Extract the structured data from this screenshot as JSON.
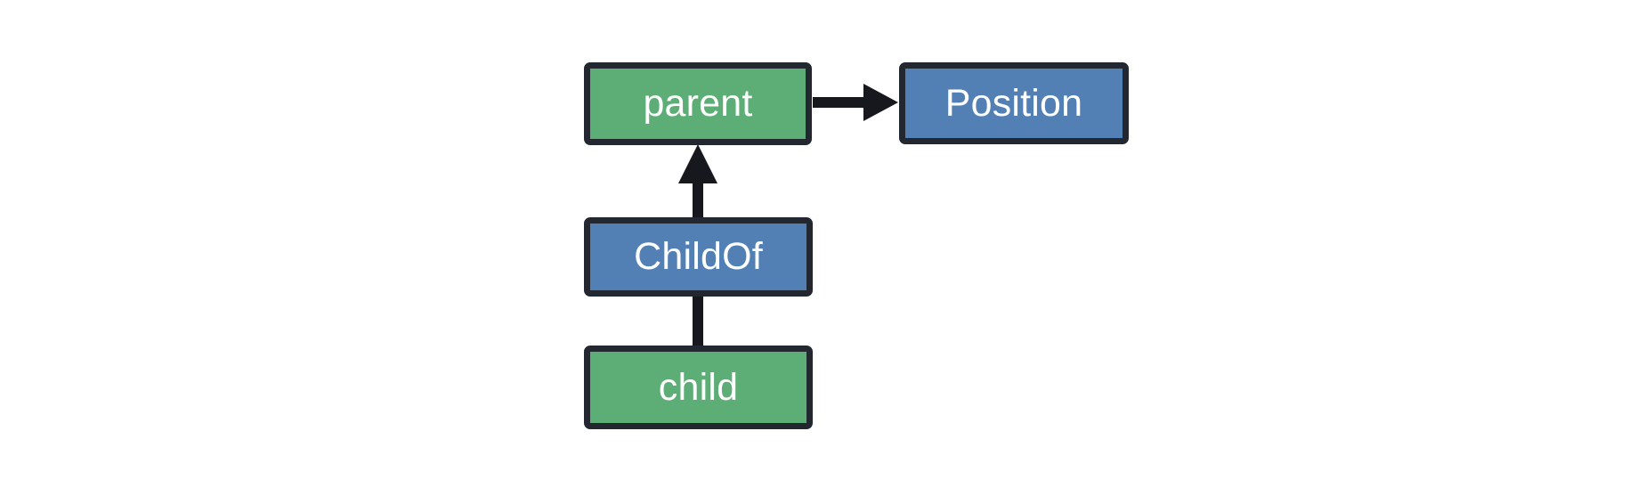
{
  "diagram": {
    "background_color": "#ffffff",
    "edge_color": "#16181d",
    "border_color": "#23272f",
    "entity_color": "#5cae76",
    "component_color": "#5280b5",
    "label_color": "#ffffff",
    "nodes": [
      {
        "id": "parent",
        "label": "parent",
        "kind": "entity",
        "fill": "#5cae76"
      },
      {
        "id": "position",
        "label": "Position",
        "kind": "component",
        "fill": "#5280b5"
      },
      {
        "id": "childof",
        "label": "ChildOf",
        "kind": "component",
        "fill": "#5280b5"
      },
      {
        "id": "child",
        "label": "child",
        "kind": "entity",
        "fill": "#5cae76"
      }
    ],
    "edges": [
      {
        "id": "parent-to-position",
        "from": "parent",
        "to": "position",
        "arrowhead": "filled-triangle",
        "direction": "right",
        "label": ""
      },
      {
        "id": "childof-to-parent",
        "from": "ChildOf",
        "to": "parent",
        "arrowhead": "filled-triangle",
        "direction": "up",
        "label": ""
      },
      {
        "id": "child-to-childof",
        "from": "child",
        "to": "ChildOf",
        "arrowhead": "none",
        "direction": "up",
        "label": ""
      }
    ]
  }
}
